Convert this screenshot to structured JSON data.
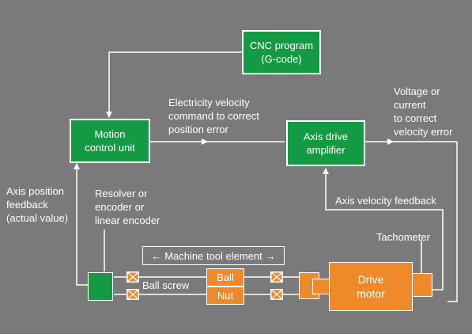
{
  "colors": {
    "background": "#7a7a7a",
    "box_green": "#149a43",
    "machine_orange": "#ef8a2a",
    "line_white": "#ffffff"
  },
  "cnc_program": {
    "line1": "CNC program",
    "line2": "(G-code)"
  },
  "motion_control_unit": {
    "line1": "Motion",
    "line2": "control unit"
  },
  "axis_drive_amplifier": {
    "line1": "Axis drive",
    "line2": "amplifier"
  },
  "labels": {
    "velocity_command": [
      "Electricity velocity",
      "command to correct",
      "position error"
    ],
    "voltage_current": [
      "Voltage or",
      "current",
      "to correct",
      "velocity error"
    ],
    "axis_velocity_feedback": "Axis velocity feedback",
    "axis_position_feedback": [
      "Axis position",
      "feedback",
      "(actual value)"
    ],
    "resolver": [
      "Resolver or",
      "encoder or",
      "linear encoder"
    ],
    "tachometer": "Tachometer",
    "machine_tool_element": "Machine tool element",
    "ball_screw": "Ball screw"
  },
  "ball_nut": {
    "top": "Ball",
    "bottom": "Nut"
  },
  "drive_motor": {
    "line1": "Drive",
    "line2": "motor"
  },
  "icons": [
    "encoder-block",
    "bearing-icon",
    "coupling-icon",
    "double-arrow-icon"
  ]
}
